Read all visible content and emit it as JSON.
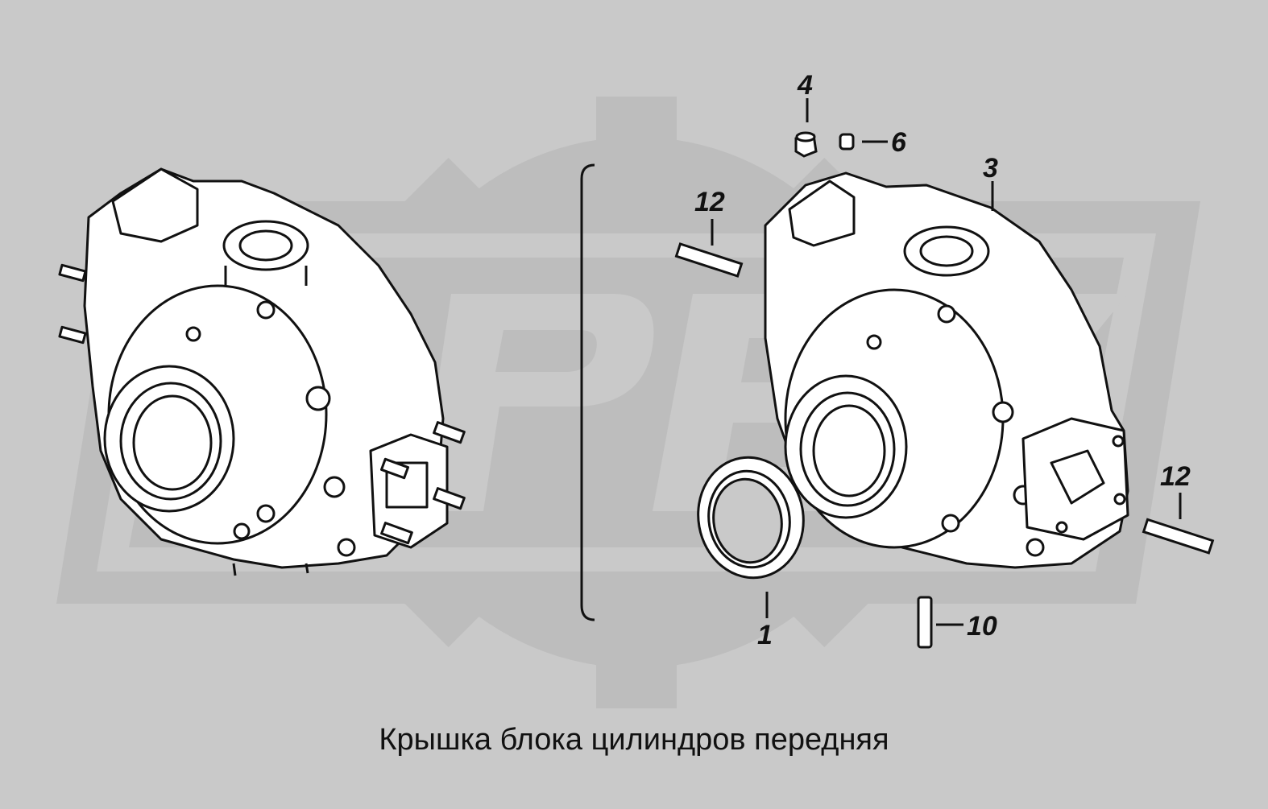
{
  "caption": "Крышка блока цилиндров передняя",
  "watermark": {
    "letters": "ОРЕХ"
  },
  "callouts": [
    {
      "id": "callout-4",
      "label": "4"
    },
    {
      "id": "callout-6",
      "label": "6"
    },
    {
      "id": "callout-3",
      "label": "3"
    },
    {
      "id": "callout-12-top",
      "label": "12"
    },
    {
      "id": "callout-12-right",
      "label": "12"
    },
    {
      "id": "callout-1",
      "label": "1"
    },
    {
      "id": "callout-10",
      "label": "10"
    }
  ],
  "colors": {
    "background": "#c9c9c9",
    "watermark": "#bdbdbd",
    "part_fill": "#ffffff",
    "line": "#111111"
  }
}
